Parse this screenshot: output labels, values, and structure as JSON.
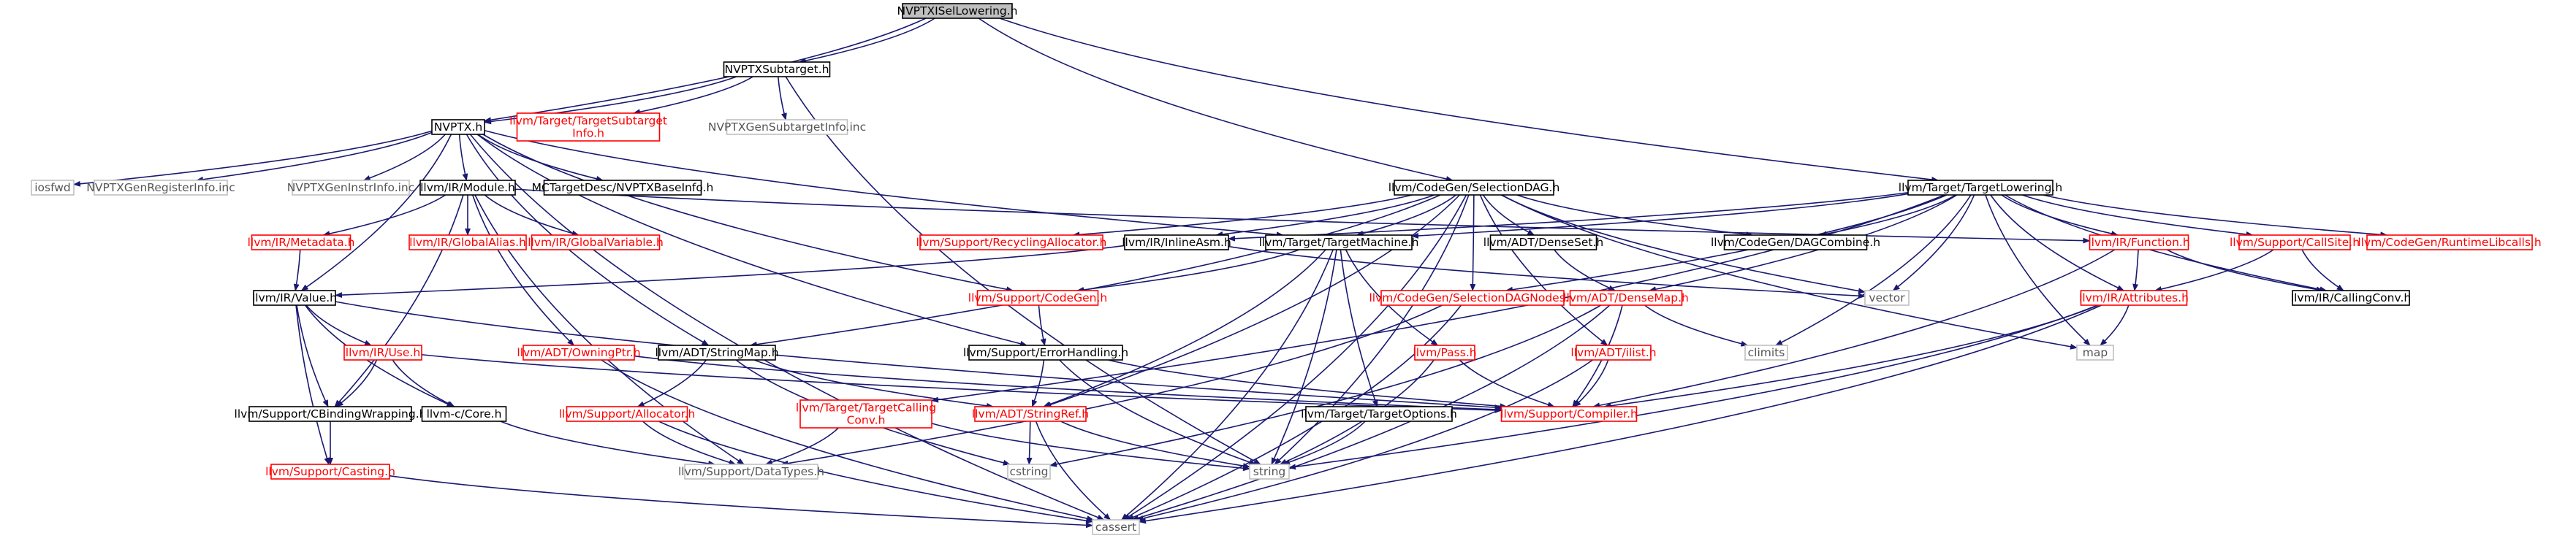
{
  "theme": {
    "edge_color": "#191970",
    "root_fill": "#bfbfbf",
    "root_border": "#000000",
    "documented_border": "#000000",
    "undocumented_border": "#ff0000",
    "external_border": "#bfbfbf",
    "text_dark": "#000000",
    "text_link": "#ff0000",
    "text_external": "#555555"
  },
  "nodes": [
    {
      "id": "root",
      "label": "NVPTXISelLowering.h",
      "kind": "root"
    },
    {
      "id": "subtarget",
      "label": "NVPTXSubtarget.h",
      "kind": "documented"
    },
    {
      "id": "nvptx",
      "label": "NVPTX.h",
      "kind": "documented"
    },
    {
      "id": "tgtsub",
      "label": [
        "llvm/Target/TargetSubtarget",
        "Info.h"
      ],
      "kind": "undocumented"
    },
    {
      "id": "gensubinfo",
      "label": "NVPTXGenSubtargetInfo.inc",
      "kind": "external"
    },
    {
      "id": "seldag",
      "label": "llvm/CodeGen/SelectionDAG.h",
      "kind": "documented"
    },
    {
      "id": "tgtlower",
      "label": "llvm/Target/TargetLowering.h",
      "kind": "documented"
    },
    {
      "id": "iosfwd",
      "label": "iosfwd",
      "kind": "external"
    },
    {
      "id": "genreg",
      "label": "NVPTXGenRegisterInfo.inc",
      "kind": "external"
    },
    {
      "id": "geninstr",
      "label": "NVPTXGenInstrInfo.inc",
      "kind": "external"
    },
    {
      "id": "module",
      "label": "llvm/IR/Module.h",
      "kind": "documented"
    },
    {
      "id": "mcbase",
      "label": "MCTargetDesc/NVPTXBaseInfo.h",
      "kind": "documented"
    },
    {
      "id": "metadata",
      "label": "llvm/IR/Metadata.h",
      "kind": "undocumented"
    },
    {
      "id": "galias",
      "label": "llvm/IR/GlobalAlias.h",
      "kind": "undocumented"
    },
    {
      "id": "gvar",
      "label": "llvm/IR/GlobalVariable.h",
      "kind": "undocumented"
    },
    {
      "id": "recycl",
      "label": "llvm/Support/RecyclingAllocator.h",
      "kind": "undocumented"
    },
    {
      "id": "inlineasm",
      "label": "llvm/IR/InlineAsm.h",
      "kind": "documented"
    },
    {
      "id": "tgtmach",
      "label": "llvm/Target/TargetMachine.h",
      "kind": "documented"
    },
    {
      "id": "denseset",
      "label": "llvm/ADT/DenseSet.h",
      "kind": "documented"
    },
    {
      "id": "dagcombine",
      "label": "llvm/CodeGen/DAGCombine.h",
      "kind": "documented"
    },
    {
      "id": "function",
      "label": "llvm/IR/Function.h",
      "kind": "undocumented"
    },
    {
      "id": "callsite",
      "label": "llvm/Support/CallSite.h",
      "kind": "undocumented"
    },
    {
      "id": "rtlibcalls",
      "label": "llvm/CodeGen/RuntimeLibcalls.h",
      "kind": "undocumented"
    },
    {
      "id": "value",
      "label": "llvm/IR/Value.h",
      "kind": "documented"
    },
    {
      "id": "codegen",
      "label": "llvm/Support/CodeGen.h",
      "kind": "undocumented"
    },
    {
      "id": "sdnodes",
      "label": "llvm/CodeGen/SelectionDAGNodes.h",
      "kind": "undocumented"
    },
    {
      "id": "densemap",
      "label": "llvm/ADT/DenseMap.h",
      "kind": "undocumented"
    },
    {
      "id": "vector",
      "label": "vector",
      "kind": "external"
    },
    {
      "id": "attributes",
      "label": "llvm/IR/Attributes.h",
      "kind": "undocumented"
    },
    {
      "id": "callconv",
      "label": "llvm/IR/CallingConv.h",
      "kind": "documented"
    },
    {
      "id": "use",
      "label": "llvm/IR/Use.h",
      "kind": "undocumented"
    },
    {
      "id": "owningptr",
      "label": "llvm/ADT/OwningPtr.h",
      "kind": "undocumented"
    },
    {
      "id": "stringmap",
      "label": "llvm/ADT/StringMap.h",
      "kind": "documented"
    },
    {
      "id": "errhandling",
      "label": "llvm/Support/ErrorHandling.h",
      "kind": "documented"
    },
    {
      "id": "pass",
      "label": "llvm/Pass.h",
      "kind": "undocumented"
    },
    {
      "id": "ilist",
      "label": "llvm/ADT/ilist.h",
      "kind": "undocumented"
    },
    {
      "id": "climits",
      "label": "climits",
      "kind": "external"
    },
    {
      "id": "map",
      "label": "map",
      "kind": "external"
    },
    {
      "id": "cbinding",
      "label": "llvm/Support/CBindingWrapping.h",
      "kind": "documented"
    },
    {
      "id": "ccore",
      "label": "llvm-c/Core.h",
      "kind": "documented"
    },
    {
      "id": "allocator",
      "label": "llvm/Support/Allocator.h",
      "kind": "undocumented"
    },
    {
      "id": "tgtcallconv",
      "label": [
        "llvm/Target/TargetCalling",
        "Conv.h"
      ],
      "kind": "undocumented"
    },
    {
      "id": "stringref",
      "label": "llvm/ADT/StringRef.h",
      "kind": "undocumented"
    },
    {
      "id": "tgtopts",
      "label": "llvm/Target/TargetOptions.h",
      "kind": "documented"
    },
    {
      "id": "compiler",
      "label": "llvm/Support/Compiler.h",
      "kind": "undocumented"
    },
    {
      "id": "casting",
      "label": "llvm/Support/Casting.h",
      "kind": "undocumented"
    },
    {
      "id": "datatypes",
      "label": "llvm/Support/DataTypes.h",
      "kind": "external"
    },
    {
      "id": "cstring",
      "label": "cstring",
      "kind": "external"
    },
    {
      "id": "string",
      "label": "string",
      "kind": "external"
    },
    {
      "id": "cassert",
      "label": "cassert",
      "kind": "external"
    }
  ],
  "edges": [
    [
      "root",
      "subtarget"
    ],
    [
      "root",
      "nvptx"
    ],
    [
      "root",
      "seldag"
    ],
    [
      "root",
      "tgtlower"
    ],
    [
      "subtarget",
      "nvptx"
    ],
    [
      "subtarget",
      "tgtsub"
    ],
    [
      "subtarget",
      "gensubinfo"
    ],
    [
      "subtarget",
      "string"
    ],
    [
      "nvptx",
      "iosfwd"
    ],
    [
      "nvptx",
      "genreg"
    ],
    [
      "nvptx",
      "geninstr"
    ],
    [
      "nvptx",
      "module"
    ],
    [
      "nvptx",
      "mcbase"
    ],
    [
      "nvptx",
      "value"
    ],
    [
      "nvptx",
      "tgtmach"
    ],
    [
      "nvptx",
      "codegen"
    ],
    [
      "nvptx",
      "errhandling"
    ],
    [
      "nvptx",
      "stringmap"
    ],
    [
      "nvptx",
      "cassert"
    ],
    [
      "module",
      "metadata"
    ],
    [
      "module",
      "galias"
    ],
    [
      "module",
      "gvar"
    ],
    [
      "module",
      "function"
    ],
    [
      "module",
      "owningptr"
    ],
    [
      "module",
      "cbinding"
    ],
    [
      "module",
      "datatypes"
    ],
    [
      "metadata",
      "value"
    ],
    [
      "value",
      "use"
    ],
    [
      "value",
      "cbinding"
    ],
    [
      "value",
      "ccore"
    ],
    [
      "value",
      "casting"
    ],
    [
      "value",
      "compiler"
    ],
    [
      "use",
      "cbinding"
    ],
    [
      "use",
      "ccore"
    ],
    [
      "use",
      "compiler"
    ],
    [
      "cbinding",
      "casting"
    ],
    [
      "casting",
      "cassert"
    ],
    [
      "ccore",
      "datatypes"
    ],
    [
      "owningptr",
      "compiler"
    ],
    [
      "owningptr",
      "cassert"
    ],
    [
      "stringmap",
      "stringref"
    ],
    [
      "stringmap",
      "allocator"
    ],
    [
      "stringmap",
      "cstring"
    ],
    [
      "allocator",
      "datatypes"
    ],
    [
      "allocator",
      "cassert"
    ],
    [
      "errhandling",
      "stringref"
    ],
    [
      "errhandling",
      "compiler"
    ],
    [
      "errhandling",
      "string"
    ],
    [
      "stringref",
      "cstring"
    ],
    [
      "stringref",
      "string"
    ],
    [
      "stringref",
      "cassert"
    ],
    [
      "seldag",
      "recycl"
    ],
    [
      "seldag",
      "inlineasm"
    ],
    [
      "seldag",
      "tgtmach"
    ],
    [
      "seldag",
      "denseset"
    ],
    [
      "seldag",
      "dagcombine"
    ],
    [
      "seldag",
      "sdnodes"
    ],
    [
      "seldag",
      "ilist"
    ],
    [
      "seldag",
      "stringmap"
    ],
    [
      "seldag",
      "cassert"
    ],
    [
      "seldag",
      "map"
    ],
    [
      "seldag",
      "vector"
    ],
    [
      "seldag",
      "string"
    ],
    [
      "seldag",
      "stringref"
    ],
    [
      "tgtlower",
      "tgtmach"
    ],
    [
      "tgtlower",
      "inlineasm"
    ],
    [
      "tgtlower",
      "dagcombine"
    ],
    [
      "tgtlower",
      "function"
    ],
    [
      "tgtlower",
      "callsite"
    ],
    [
      "tgtlower",
      "rtlibcalls"
    ],
    [
      "tgtlower",
      "callconv"
    ],
    [
      "tgtlower",
      "attributes"
    ],
    [
      "tgtlower",
      "sdnodes"
    ],
    [
      "tgtlower",
      "densemap"
    ],
    [
      "tgtlower",
      "tgtcallconv"
    ],
    [
      "tgtlower",
      "climits"
    ],
    [
      "tgtlower",
      "map"
    ],
    [
      "tgtlower",
      "vector"
    ],
    [
      "inlineasm",
      "value"
    ],
    [
      "inlineasm",
      "vector"
    ],
    [
      "tgtmach",
      "codegen"
    ],
    [
      "tgtmach",
      "pass"
    ],
    [
      "tgtmach",
      "tgtopts"
    ],
    [
      "tgtmach",
      "stringref"
    ],
    [
      "tgtmach",
      "string"
    ],
    [
      "tgtmach",
      "cassert"
    ],
    [
      "denseset",
      "densemap"
    ],
    [
      "function",
      "attributes"
    ],
    [
      "function",
      "callconv"
    ],
    [
      "function",
      "compiler"
    ],
    [
      "callsite",
      "attributes"
    ],
    [
      "callsite",
      "callconv"
    ],
    [
      "attributes",
      "compiler"
    ],
    [
      "attributes",
      "map"
    ],
    [
      "attributes",
      "string"
    ],
    [
      "attributes",
      "cassert"
    ],
    [
      "codegen",
      "errhandling"
    ],
    [
      "sdnodes",
      "datatypes"
    ],
    [
      "sdnodes",
      "cassert"
    ],
    [
      "densemap",
      "compiler"
    ],
    [
      "densemap",
      "climits"
    ],
    [
      "densemap",
      "cstring"
    ],
    [
      "densemap",
      "cassert"
    ],
    [
      "pass",
      "compiler"
    ],
    [
      "pass",
      "string"
    ],
    [
      "ilist",
      "compiler"
    ],
    [
      "ilist",
      "cassert"
    ],
    [
      "tgtcallconv",
      "datatypes"
    ],
    [
      "tgtcallconv",
      "string"
    ],
    [
      "tgtopts",
      "string"
    ]
  ]
}
